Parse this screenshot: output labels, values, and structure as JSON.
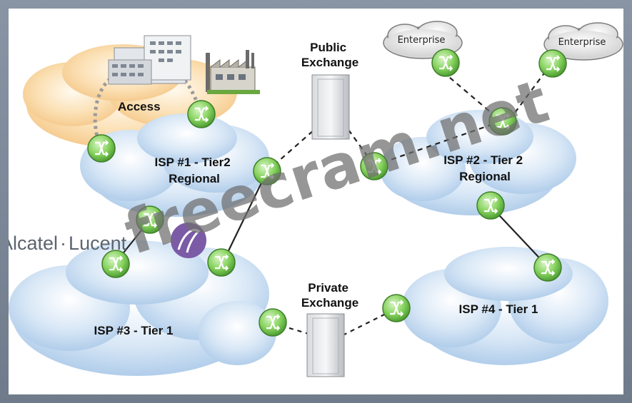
{
  "diagram": {
    "labels": {
      "access": "Access",
      "isp1": [
        "ISP #1 - Tier2",
        "Regional"
      ],
      "isp2": [
        "ISP #2 - Tier 2",
        "Regional"
      ],
      "isp3": "ISP #3 - Tier 1",
      "isp4": "ISP #4 - Tier 1",
      "public_exchange": [
        "Public",
        "Exchange"
      ],
      "private_exchange": [
        "Private",
        "Exchange"
      ],
      "enterprise_left": "Enterprise",
      "enterprise_right": "Enterprise"
    },
    "colors": {
      "cloud_blue": "#c8dcf0",
      "cloud_orange": "#f9d9a6",
      "router_green": "#7fcf58",
      "link_dark": "#222222",
      "link_grey": "#9a9a9a",
      "frame": "#7e8a99"
    }
  },
  "brand": {
    "name_part1": "Alcatel",
    "separator": "·",
    "name_part2": "Lucent"
  },
  "watermark": "freecram.net"
}
